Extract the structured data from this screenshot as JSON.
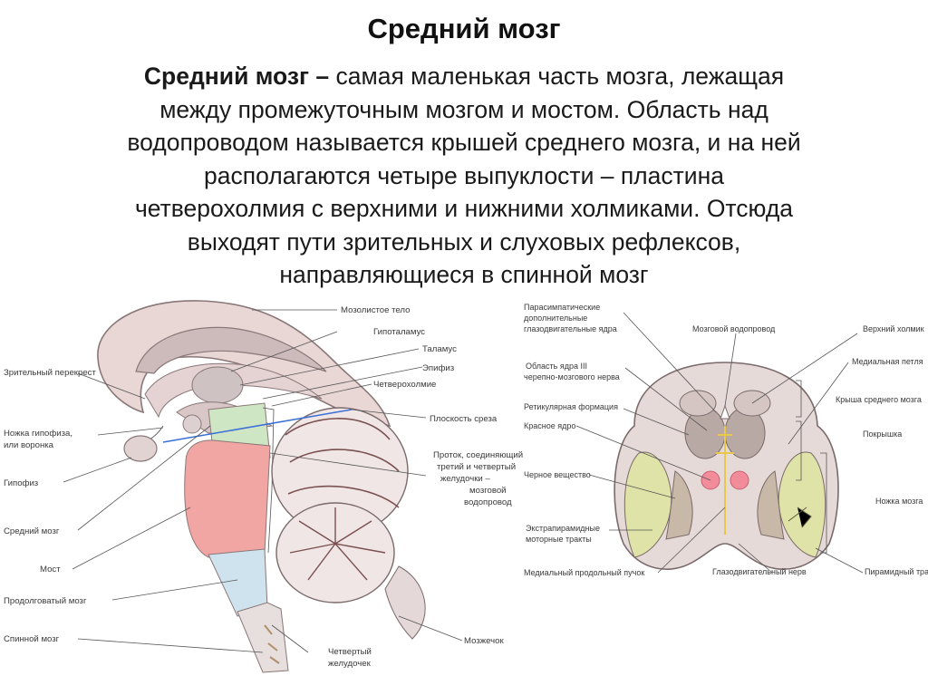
{
  "slide": {
    "title": "Средний мозг",
    "intro_bold": "Средний мозг –",
    "intro_lines": [
      " самая маленькая часть мозга, лежащая",
      "между промежуточным мозгом и мостом. Область над",
      "водопроводом называется крышей среднего мозга, и на ней",
      "располагаются четыре выпуклости – пластина",
      "четверохолмия с верхними и нижними холмиками. Отсюда",
      "выходят пути зрительных и слуховых рефлексов,",
      "направляющиеся в спинной мозг"
    ]
  },
  "left_figure": {
    "labels_right": [
      "Мозолистое тело",
      "Гипоталамус",
      "Таламус",
      "Эпифиз",
      "Четверохолмие",
      "Плоскость среза"
    ],
    "duct_label": [
      "Проток, соединяющий",
      "третий и четвертый",
      "желудочки –",
      "мозговой",
      "водопровод"
    ],
    "labels_left": [
      "Зрительный перекрест",
      "Ножка гипофиза,",
      "или воронка",
      "Гипофиз",
      "Средний мозг",
      "Мост",
      "Продолговатый мозг",
      "Спинной мозг"
    ],
    "bottom_labels": [
      "Четвертый",
      "желудочек"
    ],
    "cerebellum_label": "Мозжечок"
  },
  "right_figure": {
    "labels_left": [
      [
        "Парасимпатические",
        "дополнительные",
        "глазодвигательные ядра"
      ],
      [
        "Область ядра III",
        "черепно-мозгового нерва"
      ],
      [
        "Ретикулярная формация"
      ],
      [
        "Красное ядро"
      ],
      [
        "Черное вещество"
      ],
      [
        "Экстрапирамидные",
        "моторные тракты"
      ],
      [
        "Медиальный продольный пучок"
      ]
    ],
    "top_label": "Мозговой водопровод",
    "labels_right": [
      "Верхний холмик",
      "Медиальная петля",
      "Крыша среднего мозга",
      "Покрышка",
      "Ножка мозга",
      "Пирамидный тракт"
    ],
    "bottom_label": "Глазодвигательный нерв"
  },
  "colors": {
    "brain_pink": "#e9d7d6",
    "midbrain_green": "#cfe6c4",
    "pons_red": "#f2a6a3",
    "medulla_blue": "#cfe3ee",
    "cut_plane": "#3a6ed8",
    "peduncle_green": "#dfe3a8",
    "red_nucleus": "#f28c9a"
  }
}
